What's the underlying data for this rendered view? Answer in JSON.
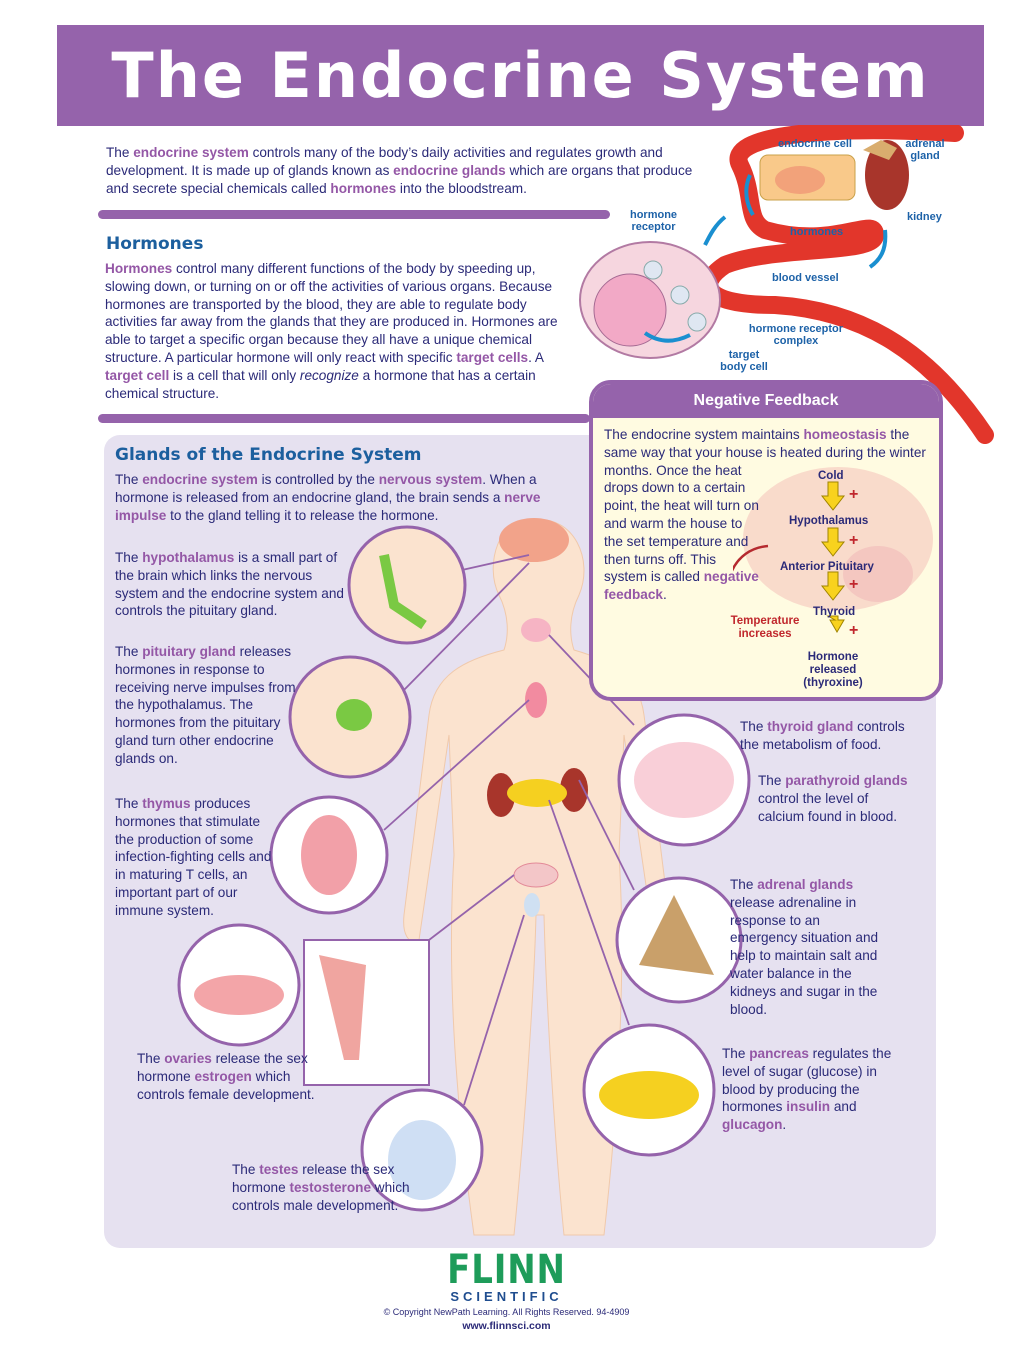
{
  "header": {
    "title": "The Endocrine System"
  },
  "intro": [
    {
      "t": "The "
    },
    {
      "t": "endocrine system",
      "h": 1
    },
    {
      "t": " controls many of the body’s daily activities and regulates growth and development.  It is made up of glands known as "
    },
    {
      "t": "endocrine glands",
      "h": 1
    },
    {
      "t": " which are organs that produce and secrete special chemicals called "
    },
    {
      "t": "hormones",
      "h": 1
    },
    {
      "t": " into the bloodstream."
    }
  ],
  "hormones": {
    "title": "Hormones",
    "text": [
      {
        "t": "Hormones",
        "h": 1
      },
      {
        "t": " control many different functions of the body by speeding up, slowing down, or turning on or off the activities of various organs.  Because hormones are transported by the blood, they are able to regulate body activities far away from the glands that they are produced in.  Hormones are able to target a specific organ because they all have a unique chemical structure.  A particular hormone will only react with specific "
      },
      {
        "t": "target cells",
        "h": 1
      },
      {
        "t": ".  A "
      },
      {
        "t": "target cell",
        "h": 1
      },
      {
        "t": " is a cell that will only "
      },
      {
        "t": "recognize",
        "i": 1
      },
      {
        "t": " a hormone that has a certain chemical structure."
      }
    ]
  },
  "transport_diagram": {
    "labels": [
      "endocrine cell",
      "adrenal gland",
      "kidney",
      "hormone receptor",
      "hormones",
      "blood vessel",
      "hormone receptor complex",
      "target body cell"
    ]
  },
  "negative_feedback": {
    "title": "Negative Feedback",
    "text": [
      {
        "t": "The endocrine system maintains "
      },
      {
        "t": "homeostasis",
        "h": 1
      },
      {
        "t": " the same way that your house is heated during the winter months.  Once the heat drops down to a certain point, the heat will turn on and warm the house to the set temperature and then turns off.  This system is called "
      },
      {
        "t": "negative feedback",
        "h": 1
      },
      {
        "t": "."
      }
    ],
    "steps": [
      "Cold",
      "Hypothalamus",
      "Anterior Pituitary",
      "Thyroid",
      "Hormone released (thyroxine)"
    ],
    "plus": "+",
    "loop_label": "Temperature increases"
  },
  "glands": {
    "title": "Glands of the Endocrine System",
    "intro": [
      {
        "t": "The "
      },
      {
        "t": "endocrine system",
        "h": 1
      },
      {
        "t": " is controlled by the "
      },
      {
        "t": "nervous system",
        "h": 1
      },
      {
        "t": ". When a hormone is released from an endocrine gland, the brain sends a "
      },
      {
        "t": "nerve impulse",
        "h": 1
      },
      {
        "t": " to the gland telling it to release the hormone."
      }
    ],
    "hypothalamus": [
      {
        "t": "The "
      },
      {
        "t": "hypothalamus",
        "h": 1
      },
      {
        "t": " is a small part of the brain which links the nervous system and the endocrine system and controls the pituitary gland."
      }
    ],
    "pituitary": [
      {
        "t": "The "
      },
      {
        "t": "pituitary gland",
        "h": 1
      },
      {
        "t": " releases hormones in response to receiving nerve impulses from the hypothalamus. The hormones from the pituitary gland turn other endocrine glands on."
      }
    ],
    "thymus": [
      {
        "t": "The "
      },
      {
        "t": "thymus",
        "h": 1
      },
      {
        "t": " produces hormones that stimulate the production of some infection-fighting cells and in maturing T cells, an important part of our immune system."
      }
    ],
    "ovaries": [
      {
        "t": "The "
      },
      {
        "t": "ovaries",
        "h": 1
      },
      {
        "t": " release the sex hormone "
      },
      {
        "t": "estrogen",
        "h": 1
      },
      {
        "t": " which controls female development."
      }
    ],
    "testes": [
      {
        "t": "The "
      },
      {
        "t": "testes",
        "h": 1
      },
      {
        "t": " release the sex hormone "
      },
      {
        "t": "testosterone",
        "h": 1
      },
      {
        "t": " which controls male development."
      }
    ],
    "thyroid": [
      {
        "t": "The "
      },
      {
        "t": "thyroid gland",
        "h": 1
      },
      {
        "t": " controls the metabolism of food."
      }
    ],
    "parathyroid": [
      {
        "t": "The "
      },
      {
        "t": "parathyroid glands",
        "h": 1
      },
      {
        "t": " control the level of calcium found in blood."
      }
    ],
    "adrenal": [
      {
        "t": "The "
      },
      {
        "t": "adrenal glands",
        "h": 1
      },
      {
        "t": " release adrenaline in response to an emergency situation and help to maintain salt and water balance in the kidneys and sugar in the blood."
      }
    ],
    "pancreas": [
      {
        "t": "The "
      },
      {
        "t": "pancreas",
        "h": 1
      },
      {
        "t": " regulates the level of sugar (glucose) in blood by producing the hormones "
      },
      {
        "t": "insulin",
        "h": 1
      },
      {
        "t": " and "
      },
      {
        "t": "glucagon",
        "h": 1
      },
      {
        "t": "."
      }
    ]
  },
  "footer": {
    "brand": "FLINN",
    "brand_sub": "SCIENTIFIC",
    "copyright": "© Copyright NewPath Learning. All Rights Reserved. 94-4909",
    "url": "www.flinnsci.com"
  },
  "colors": {
    "header": "#9563ab",
    "highlight": "#9457a6",
    "heading": "#1c5f9e",
    "text": "#2b2a78",
    "panel": "#e6e1f0",
    "feedback_bg": "#fffbe1",
    "blood": "#e2362b",
    "brand": "#1e9c5a"
  }
}
